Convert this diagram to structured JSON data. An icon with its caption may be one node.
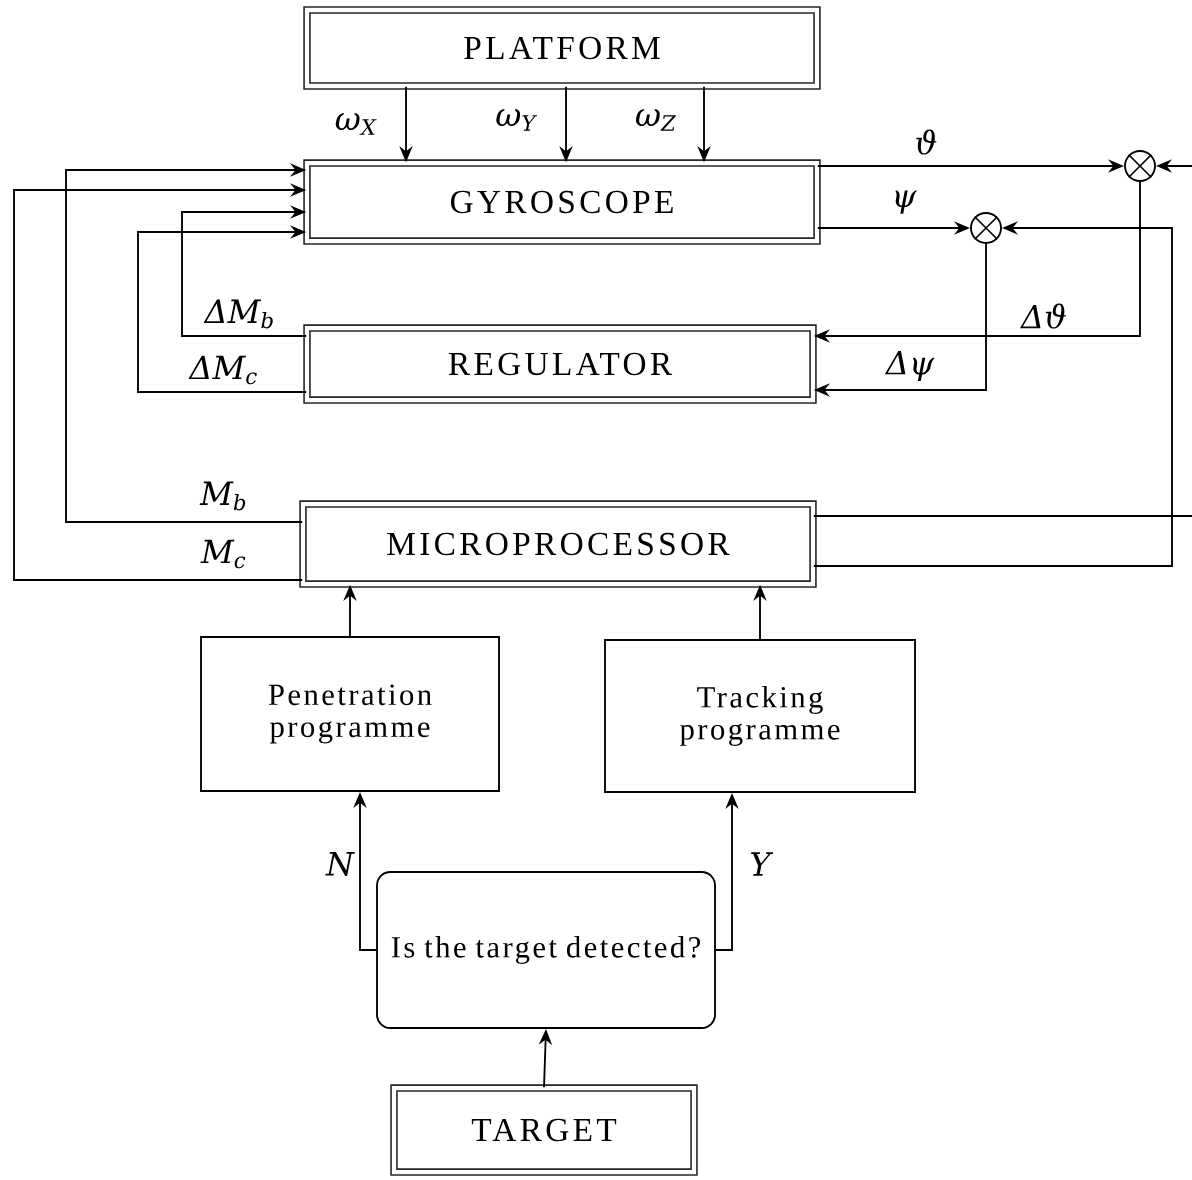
{
  "diagram": {
    "nodes": [
      {
        "text": [
          "PLATFORM"
        ]
      },
      {
        "text": [
          "GYROSCOPE"
        ]
      },
      {
        "text": [
          "REGULATOR"
        ]
      },
      {
        "text": [
          "MICROPROCESSOR"
        ]
      },
      {
        "text": [
          "Penetration programme"
        ]
      },
      {
        "text": [
          "Tracking programme"
        ]
      },
      {
        "text": [
          "Is the target detected?"
        ]
      },
      {
        "text": [
          "TARGET"
        ]
      },
      {
        "text": [],
        "shape": "circle"
      },
      {
        "text": [],
        "shape": "circle"
      }
    ],
    "edges": [
      {
        "from": 0,
        "to": 1,
        "arrow": "to",
        "label": "ω$_{X}$"
      },
      {
        "from": 0,
        "to": 1,
        "arrow": "to",
        "label": "ω$_{Y}$"
      },
      {
        "from": 0,
        "to": 1,
        "arrow": "to",
        "label": "ω$_{Z}$"
      },
      {
        "from": 1,
        "to": 8,
        "arrow": "to",
        "label": "ϑ"
      },
      {
        "from": 1,
        "to": 9,
        "arrow": "to",
        "label": "ψ"
      },
      {
        "from": null,
        "to": 8,
        "arrow": "to"
      },
      {
        "from": 3,
        "to": null,
        "arrow": "none"
      },
      {
        "from": 3,
        "to": 9,
        "arrow": "to"
      },
      {
        "from": 8,
        "to": 2,
        "arrow": "to",
        "label": "Δϑ"
      },
      {
        "from": 9,
        "to": 2,
        "arrow": "to",
        "label": "Δψ"
      },
      {
        "from": 2,
        "to": 1,
        "arrow": "to",
        "label": "ΔM$_{b}$"
      },
      {
        "from": 2,
        "to": 1,
        "arrow": "to",
        "label": "ΔM$_{c}$"
      },
      {
        "from": 3,
        "to": 1,
        "arrow": "to",
        "label": "M$_{b}$"
      },
      {
        "from": 3,
        "to": 1,
        "arrow": "to",
        "label": "M$_{c}$"
      },
      {
        "from": 4,
        "to": 3,
        "arrow": "to"
      },
      {
        "from": 5,
        "to": 3,
        "arrow": "to"
      },
      {
        "from": 6,
        "to": 4,
        "arrow": "to",
        "label": "N"
      },
      {
        "from": 6,
        "to": 5,
        "arrow": "to",
        "label": "Y"
      },
      {
        "from": 7,
        "to": 6,
        "arrow": "to"
      }
    ]
  }
}
